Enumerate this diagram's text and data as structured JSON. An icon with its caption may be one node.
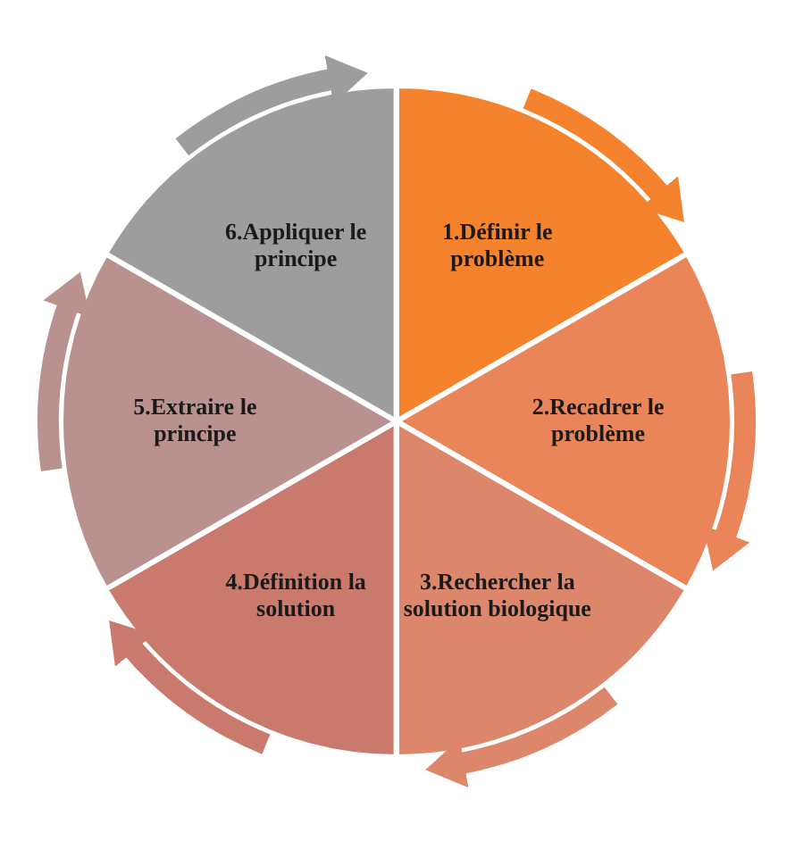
{
  "diagram": {
    "nodes": [
      {
        "text": [
          "1.Définir le problème"
        ]
      },
      {
        "text": [
          "2.Recadrer le problème"
        ]
      },
      {
        "text": [
          "3.Rechercher la solution biologique"
        ]
      },
      {
        "text": [
          "4.Définition la solution"
        ]
      },
      {
        "text": [
          "5.Extraire le principe"
        ]
      },
      {
        "text": [
          "6.Appliquer le principe"
        ]
      }
    ],
    "edges": [
      {
        "from": 5,
        "to": 0,
        "arrow": "to",
        "color": "#9d9d9d"
      },
      {
        "from": 0,
        "to": 1,
        "arrow": "to",
        "color": "#f5822c"
      },
      {
        "from": 1,
        "to": 2,
        "arrow": "to",
        "color": "#ea8559"
      },
      {
        "from": 2,
        "to": 3,
        "arrow": "to",
        "color": "#dc866c"
      },
      {
        "from": 3,
        "to": 4,
        "arrow": "to",
        "color": "#c97a6d"
      },
      {
        "from": 4,
        "to": 5,
        "arrow": "to",
        "color": "#b99290"
      }
    ]
  }
}
